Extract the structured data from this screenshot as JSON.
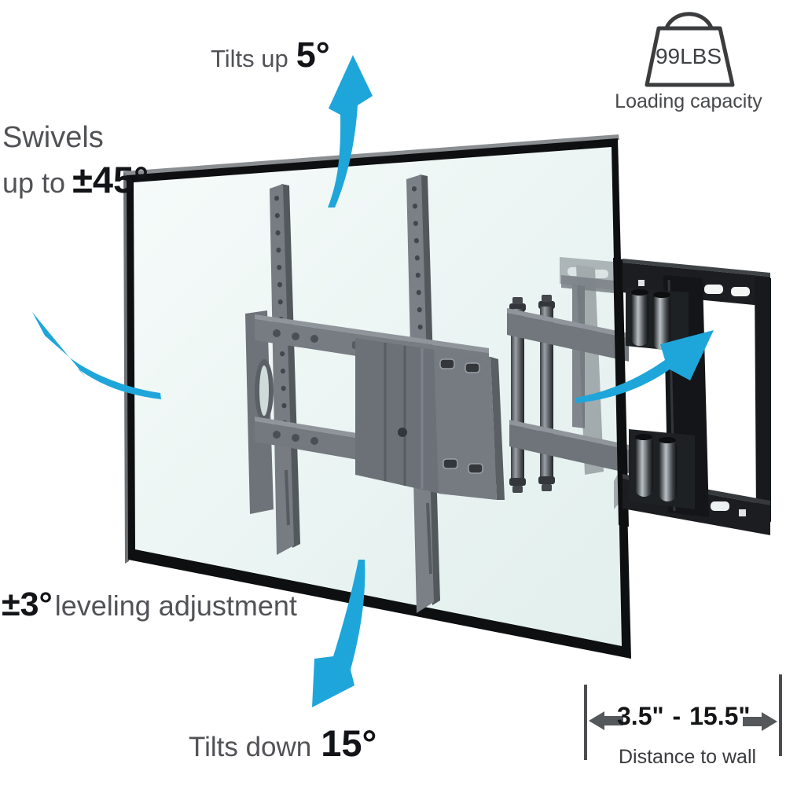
{
  "image_title": "Full-motion TV wall mount feature diagram",
  "colors": {
    "arrow_blue": "#1ea6da",
    "text_gray": "#515256",
    "text_black": "#131417",
    "bracket_gray": "#767c82",
    "wall_plate_black": "#1b1d20",
    "screen_tint": "#e9f4f2"
  },
  "annotations": {
    "tilt_up": {
      "text": "Tilts up",
      "value": "5°",
      "icon": "curved-arrow-up"
    },
    "swivel": {
      "line1": "Swivels",
      "line2": "up to",
      "value": "±45°",
      "icon": "curved-arrow-left"
    },
    "leveling": {
      "value": "±3°",
      "text": "leveling adjustment"
    },
    "tilt_down": {
      "text": "Tilts down",
      "value": "15°",
      "icon": "curved-arrow-down"
    },
    "load_capacity": {
      "value": "99LBS",
      "label": "Loading capacity",
      "icon": "weight-kettlebell"
    },
    "wall_distance": {
      "range": "3.5\" - 15.5\"",
      "label": "Distance to wall",
      "icon": "horizontal-dimension-arrows"
    }
  }
}
